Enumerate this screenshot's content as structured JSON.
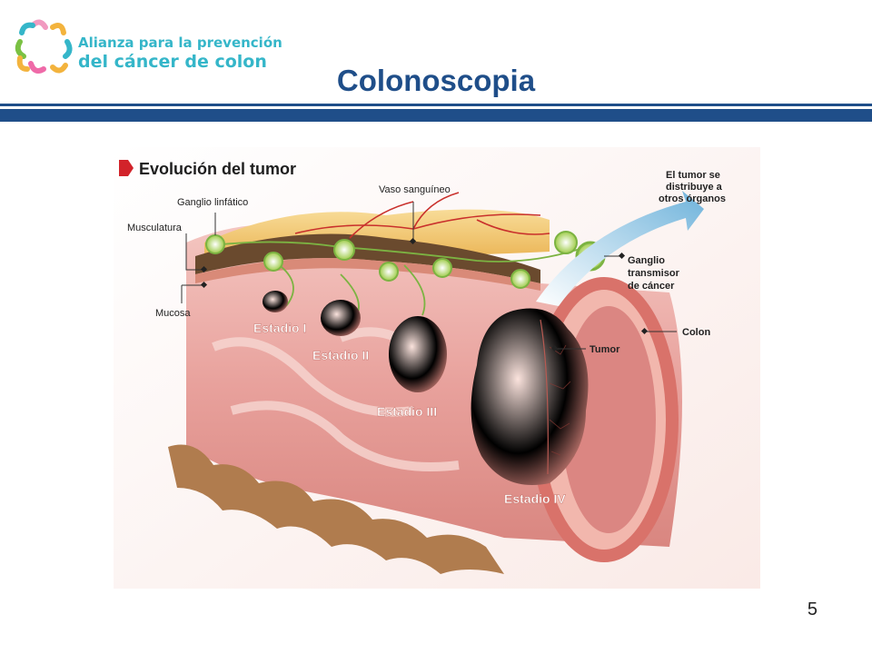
{
  "logo": {
    "line1": "Alianza para la prevención",
    "line2": "del cáncer de colon"
  },
  "slide": {
    "title": "Colonoscopia",
    "page_number": "5"
  },
  "diagram": {
    "heading": "Evolución del tumor",
    "labels": {
      "ganglio_linfatico": "Ganglio linfático",
      "musculatura": "Musculatura",
      "mucosa": "Mucosa",
      "vaso_sanguineo": "Vaso sanguíneo",
      "distribuye_1": "El tumor se",
      "distribuye_2": "distribuye a",
      "distribuye_3": "otros órganos",
      "ganglio_trans_1": "Ganglio",
      "ganglio_trans_2": "transmisor",
      "ganglio_trans_3": "de cáncer",
      "colon": "Colon",
      "tumor": "Tumor"
    },
    "stages": [
      "Estadio I",
      "Estadio II",
      "Estadio III",
      "Estadio IV"
    ]
  },
  "colors": {
    "brand_blue": "#1f4e89",
    "logo_teal": "#35b6c9",
    "tissue_pink": "#e9a7a3",
    "fat_yellow": "#f3c872",
    "arrow_blue": "#8fc7e3"
  }
}
